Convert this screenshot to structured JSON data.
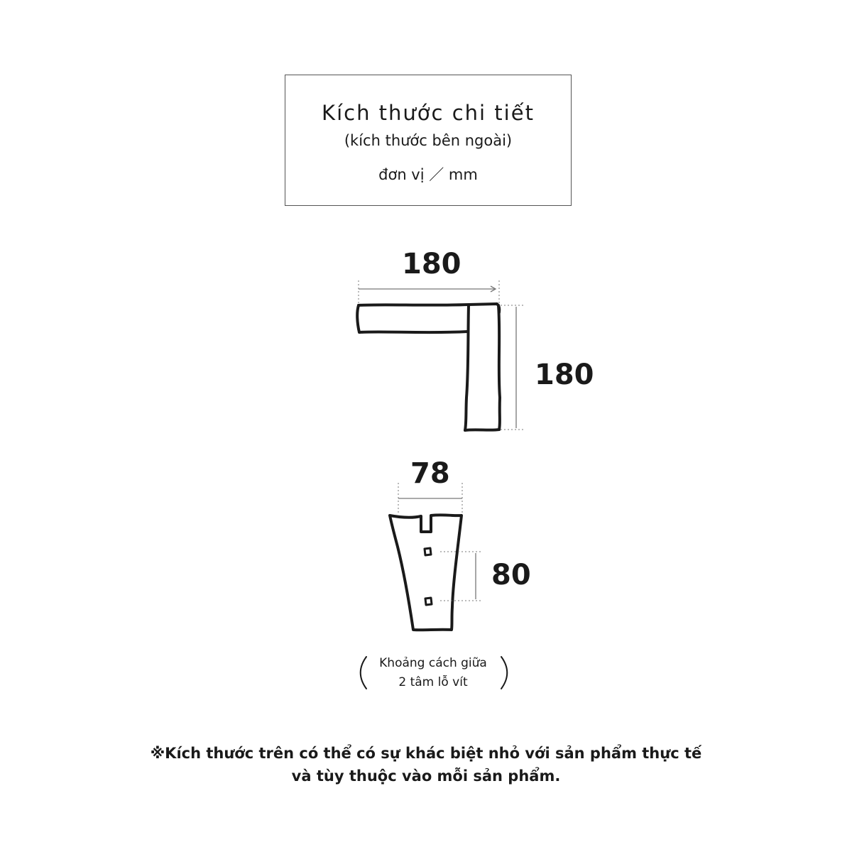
{
  "header": {
    "title": "Kích thước chi tiết",
    "subtitle": "(kích thước bên ngoài)",
    "unit": "đơn vị ／ mm"
  },
  "dimensions": {
    "bracket_width": "180",
    "bracket_height": "180",
    "plate_width": "78",
    "hole_spacing": "80"
  },
  "hole_note": {
    "line1": "Khoảng cách giữa",
    "line2": "2 tâm lỗ vít"
  },
  "footnote": {
    "line1": "※Kích thước trên có thể có sự khác biệt nhỏ với sản phẩm thực tế",
    "line2": "và tùy thuộc vào mỗi sản phẩm."
  },
  "colors": {
    "ink": "#1a1a1a",
    "dim_line": "#777777"
  }
}
